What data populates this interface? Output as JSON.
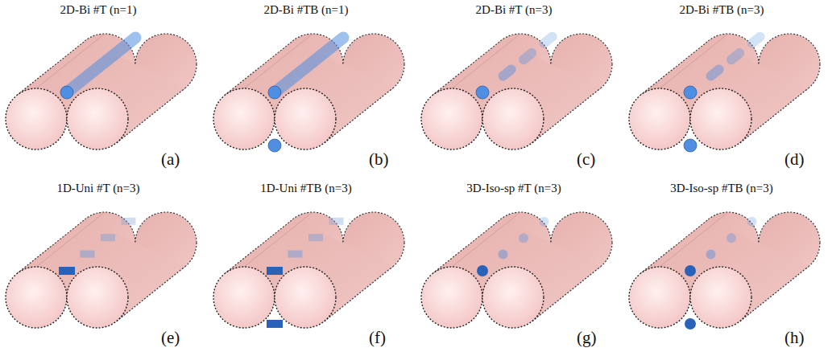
{
  "diagram": {
    "labels": [
      "2D-Bi #T (n=1)",
      "2D-Bi #TB (n=1)",
      "2D-Bi #T (n=3)",
      "2D-Bi #TB (n=3)",
      "(a)",
      "(b)",
      "(c)",
      "(d)",
      "1D-Uni #T (n=3)",
      "1D-Uni #TB (n=3)",
      "3D-Iso-sp #T (n=3)",
      "3D-Iso-sp #TB (n=3)",
      "(e)",
      "(f)",
      "(g)",
      "(h)"
    ]
  }
}
